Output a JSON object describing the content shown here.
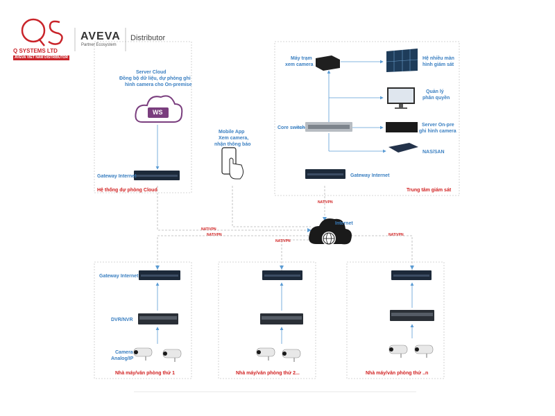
{
  "branding": {
    "qs_company": "Q SYSTEMS LTD",
    "qs_tagline": "AVEVA VIET NAM DISTRIBUTOR",
    "aveva_logo": "AVEVA",
    "aveva_sub": "Partner Ecosystem",
    "distributor": "Distributor"
  },
  "cloud_box": {
    "title": "Server Cloud",
    "desc": [
      "Đồng bộ dữ liệu, dự phòng ghi",
      "hình camera cho On-premise"
    ],
    "ws_badge": "WS",
    "gateway": "Gateway Internet",
    "footer": "Hệ thống dự phòng Cloud"
  },
  "mobile": {
    "lines": [
      "Mobile App",
      "Xem camera,",
      "nhận thông báo"
    ]
  },
  "monitor_box": {
    "workstation": [
      "Máy trạm",
      "xem camera"
    ],
    "video_wall": [
      "Hệ nhiều màn",
      "hình giám sát"
    ],
    "management": [
      "Quản lý",
      "phân quyền"
    ],
    "core_switch": "Core switch",
    "server_onpre": [
      "Server On-pre",
      "ghi hình camera"
    ],
    "nas": "NAS/SAN",
    "gateway": "Gateway Internet",
    "footer": "Trung tâm giám sát"
  },
  "internet": {
    "label": "Internet"
  },
  "links": {
    "nat_vpn": "NAT/VPN"
  },
  "sites": [
    {
      "gateway": "Gateway Internet",
      "recorder": "DVR/NVR",
      "camera": [
        "Camera",
        "Analog/IP"
      ],
      "footer": "Nhà máy/văn phòng thứ 1"
    },
    {
      "footer": "Nhà máy/văn phòng thứ 2..."
    },
    {
      "footer": "Nhà máy/văn phòng thứ ..n"
    }
  ],
  "colors": {
    "label_blue": "#3a7fc1",
    "footer_red": "#d11f1f",
    "dash_gray": "#b5b5b5",
    "line_blue": "#7ab0da"
  }
}
